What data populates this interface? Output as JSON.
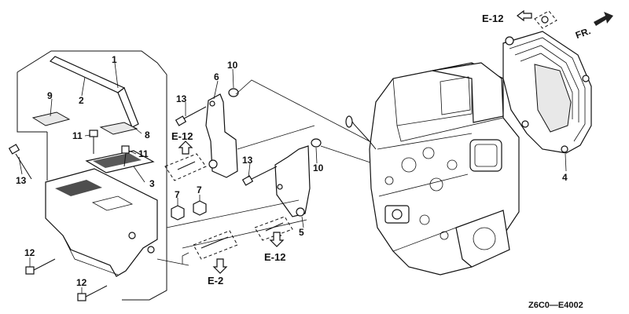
{
  "parts": {
    "p1": "1",
    "p2": "2",
    "p3": "3",
    "p4": "4",
    "p5": "5",
    "p6": "6",
    "p7a": "7",
    "p7b": "7",
    "p8": "8",
    "p9": "9",
    "p10a": "10",
    "p10b": "10",
    "p11a": "11",
    "p11b": "11",
    "p12a": "12",
    "p12b": "12",
    "p13a": "13",
    "p13b": "13",
    "p13c": "13"
  },
  "refs": {
    "e12_top": "E-12",
    "e12_left": "E-12",
    "e12_center": "E-12",
    "e2": "E-2"
  },
  "front_label": "FR.",
  "drawing_code": "Z6C0—E4002",
  "icons": [
    "front-direction-arrow",
    "reference-arrow",
    "bolt",
    "nut",
    "washer"
  ]
}
